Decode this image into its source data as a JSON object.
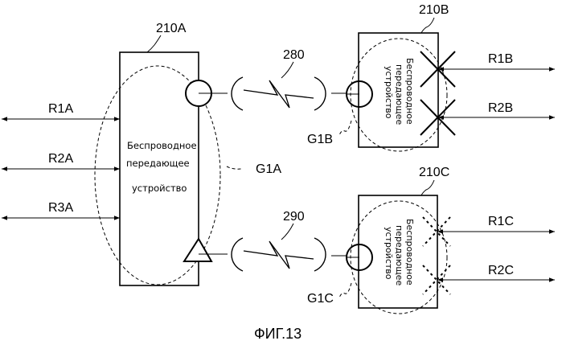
{
  "labels": {
    "device_a": "210A",
    "device_b": "210B",
    "device_c": "210C",
    "link_1": "280",
    "link_2": "290",
    "group_a": "G1A",
    "group_b": "G1B",
    "group_c": "G1C",
    "r1a": "R1A",
    "r2a": "R2A",
    "r3a": "R3A",
    "r1b": "R1B",
    "r2b": "R2B",
    "r1c": "R1C",
    "r2c": "R2C"
  },
  "device_text": {
    "line1": "Беспроводное",
    "line2": "передающее",
    "line3": "устройство"
  },
  "caption": "ФИГ.13"
}
